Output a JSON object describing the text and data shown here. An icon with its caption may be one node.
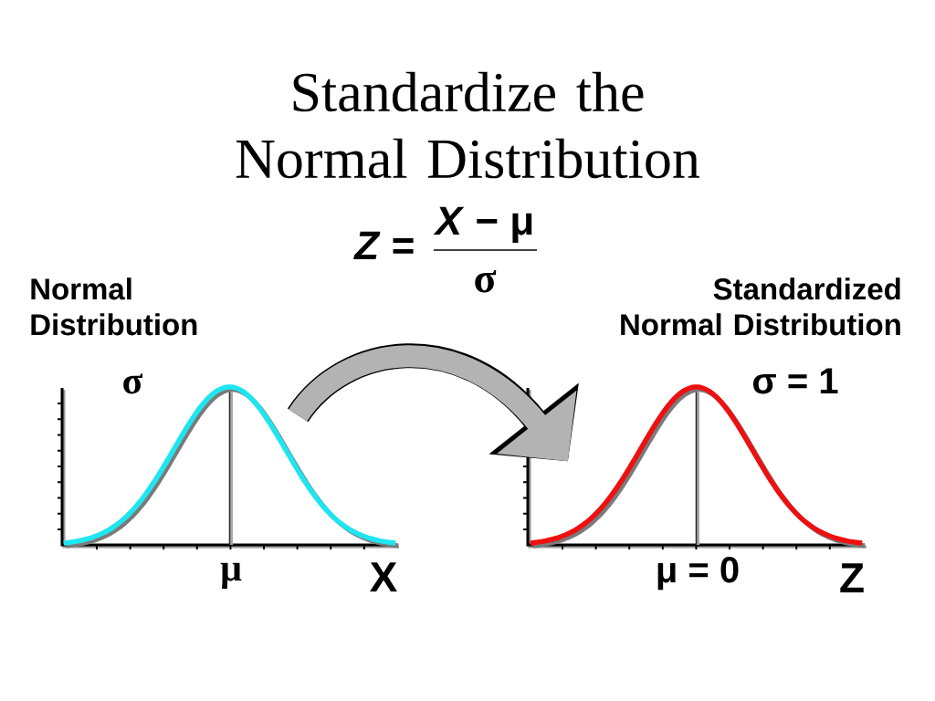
{
  "diagram": {
    "title": "Standardize the Normal Distribution",
    "nodes": [
      {
        "text": [
          "Normal Distribution",
          "σ"
        ],
        "beside": [
          "μ",
          "X"
        ]
      },
      {
        "text": [
          "Standardized Normal Distribution",
          "σ = 1"
        ],
        "beside": [
          "μ = 0",
          "Z"
        ]
      }
    ],
    "edges": [
      {
        "from": 0,
        "to": 1,
        "arrow": "to"
      }
    ],
    "labels": [
      "*Z* =",
      "*X* − μ",
      "σ"
    ]
  }
}
